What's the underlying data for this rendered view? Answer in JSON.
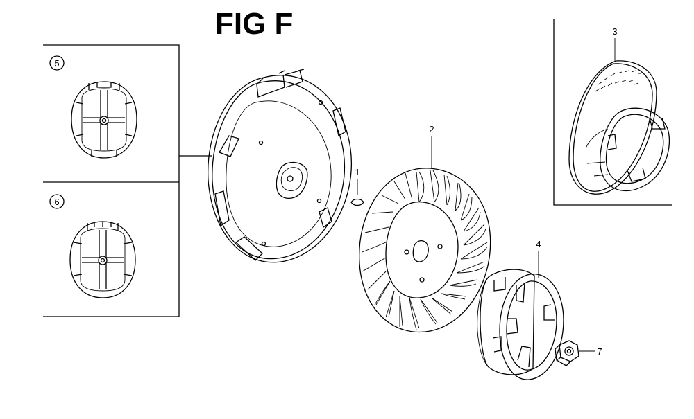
{
  "figure": {
    "title": "FIG F"
  },
  "callouts": {
    "p1": "1",
    "p2": "2",
    "p3": "3",
    "p4": "4",
    "p5": "5",
    "p6": "6",
    "p7": "7"
  }
}
